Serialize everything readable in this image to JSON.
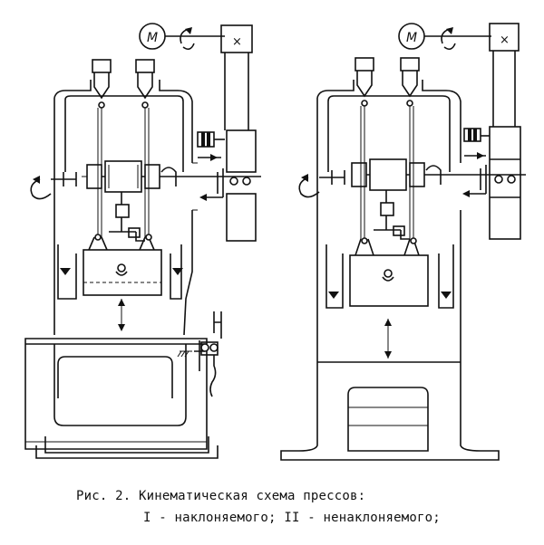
{
  "figure": {
    "motor_label": "M",
    "cross_mark": "×",
    "caption_line1": "Рис. 2. Кинематическая схема прессов:",
    "caption_line2": "I - наклоняемого; II - ненаклоняемого;"
  }
}
